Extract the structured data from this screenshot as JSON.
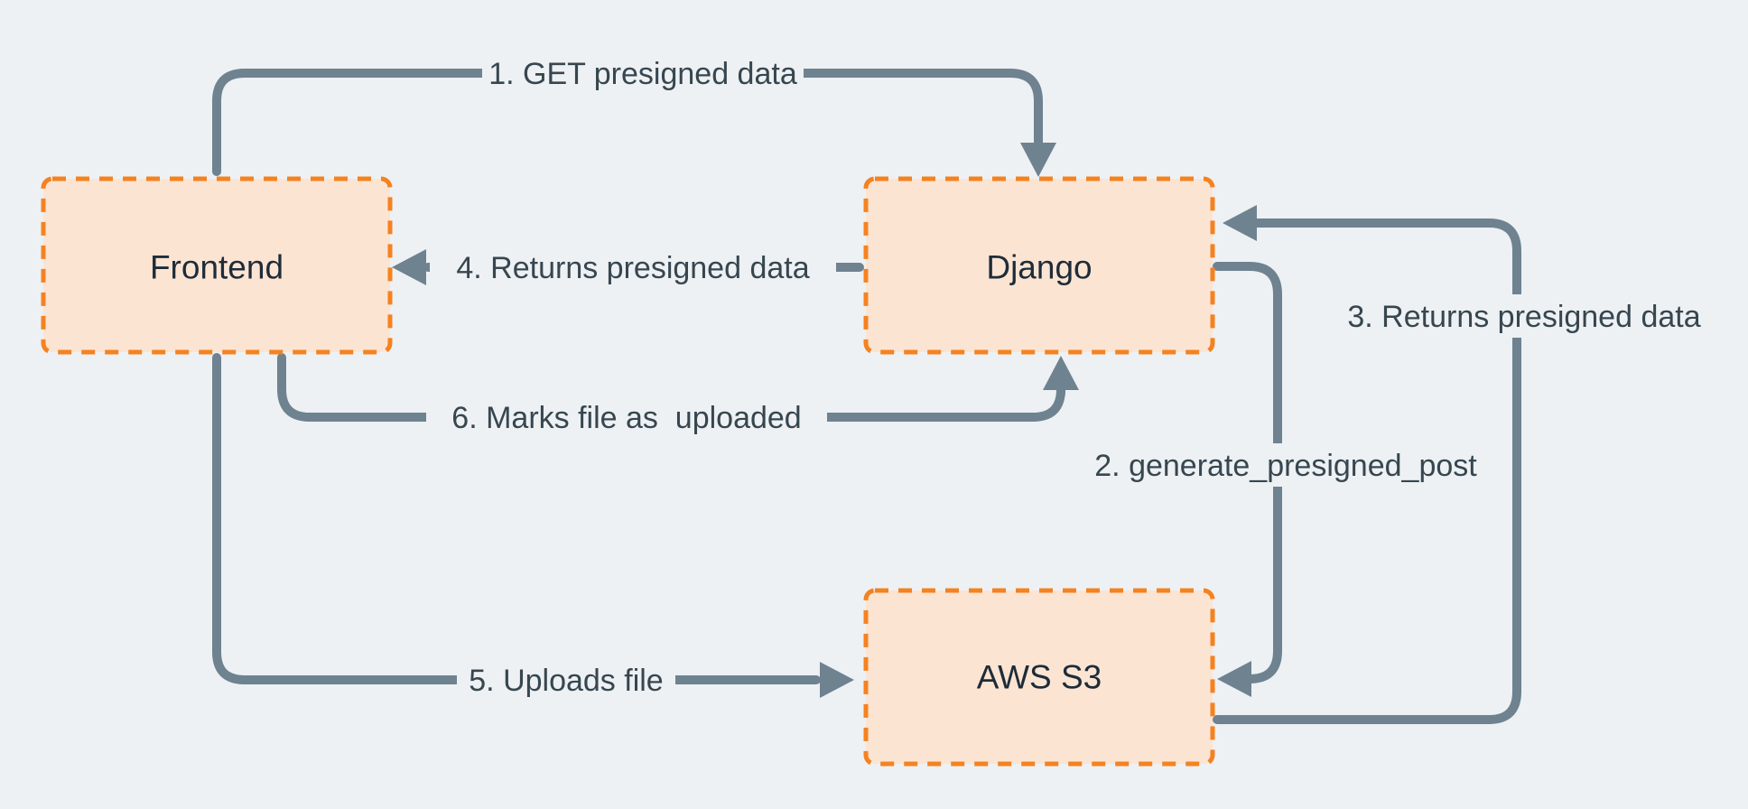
{
  "diagram": {
    "description": "Presigned S3 upload flow diagram",
    "nodes": [
      {
        "id": "frontend",
        "label": "Frontend"
      },
      {
        "id": "django",
        "label": "Django"
      },
      {
        "id": "aws_s3",
        "label": "AWS S3"
      }
    ],
    "edges": [
      {
        "order": 1,
        "label": "1. GET presigned data",
        "from": "frontend",
        "to": "django"
      },
      {
        "order": 2,
        "label": "2. generate_presigned_post",
        "from": "django",
        "to": "aws_s3"
      },
      {
        "order": 3,
        "label": "3. Returns presigned data",
        "from": "aws_s3",
        "to": "django"
      },
      {
        "order": 4,
        "label": "4. Returns presigned data",
        "from": "django",
        "to": "frontend"
      },
      {
        "order": 5,
        "label": "5. Uploads file",
        "from": "frontend",
        "to": "aws_s3"
      },
      {
        "order": 6,
        "label": "6. Marks file as  uploaded",
        "from": "frontend",
        "to": "django"
      }
    ],
    "colors": {
      "background": "#edf1f4",
      "node_fill": "#fce4d3",
      "node_border": "#f58220",
      "connector": "#6e8290",
      "node_text": "#1e2c38",
      "edge_text": "#37464f"
    }
  }
}
